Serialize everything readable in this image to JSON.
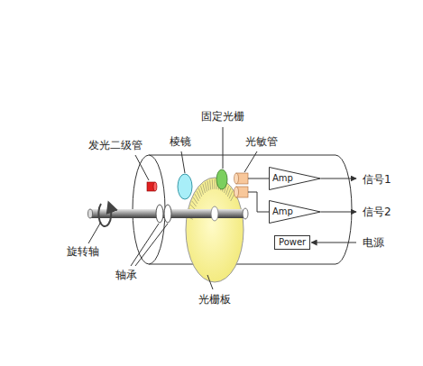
{
  "diagram": {
    "nodes": [
      {
        "text": [
          "Amp"
        ]
      },
      {
        "text": [
          "Amp"
        ]
      },
      {
        "text": [
          "Power"
        ]
      }
    ],
    "labels": [
      "固定光栅",
      "发光二级管",
      "棱镜",
      "光敏管",
      "信号1",
      "信号2",
      "电源",
      "旋转轴",
      "轴承",
      "光栅板"
    ]
  }
}
